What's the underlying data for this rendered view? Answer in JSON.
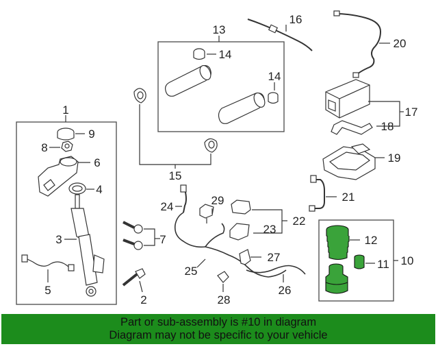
{
  "callouts": [
    "1",
    "2",
    "3",
    "4",
    "5",
    "6",
    "7",
    "8",
    "9",
    "10",
    "11",
    "12",
    "13",
    "14",
    "14",
    "15",
    "16",
    "17",
    "18",
    "19",
    "20",
    "21",
    "22",
    "23",
    "24",
    "25",
    "26",
    "27",
    "28",
    "29"
  ],
  "colors": {
    "highlight": "#3aa33a",
    "footer_bg": "#1c8c1c"
  },
  "footer": {
    "line1": "Part or sub-assembly is #10 in diagram",
    "line2": "Diagram may not be specific to your vehicle"
  }
}
